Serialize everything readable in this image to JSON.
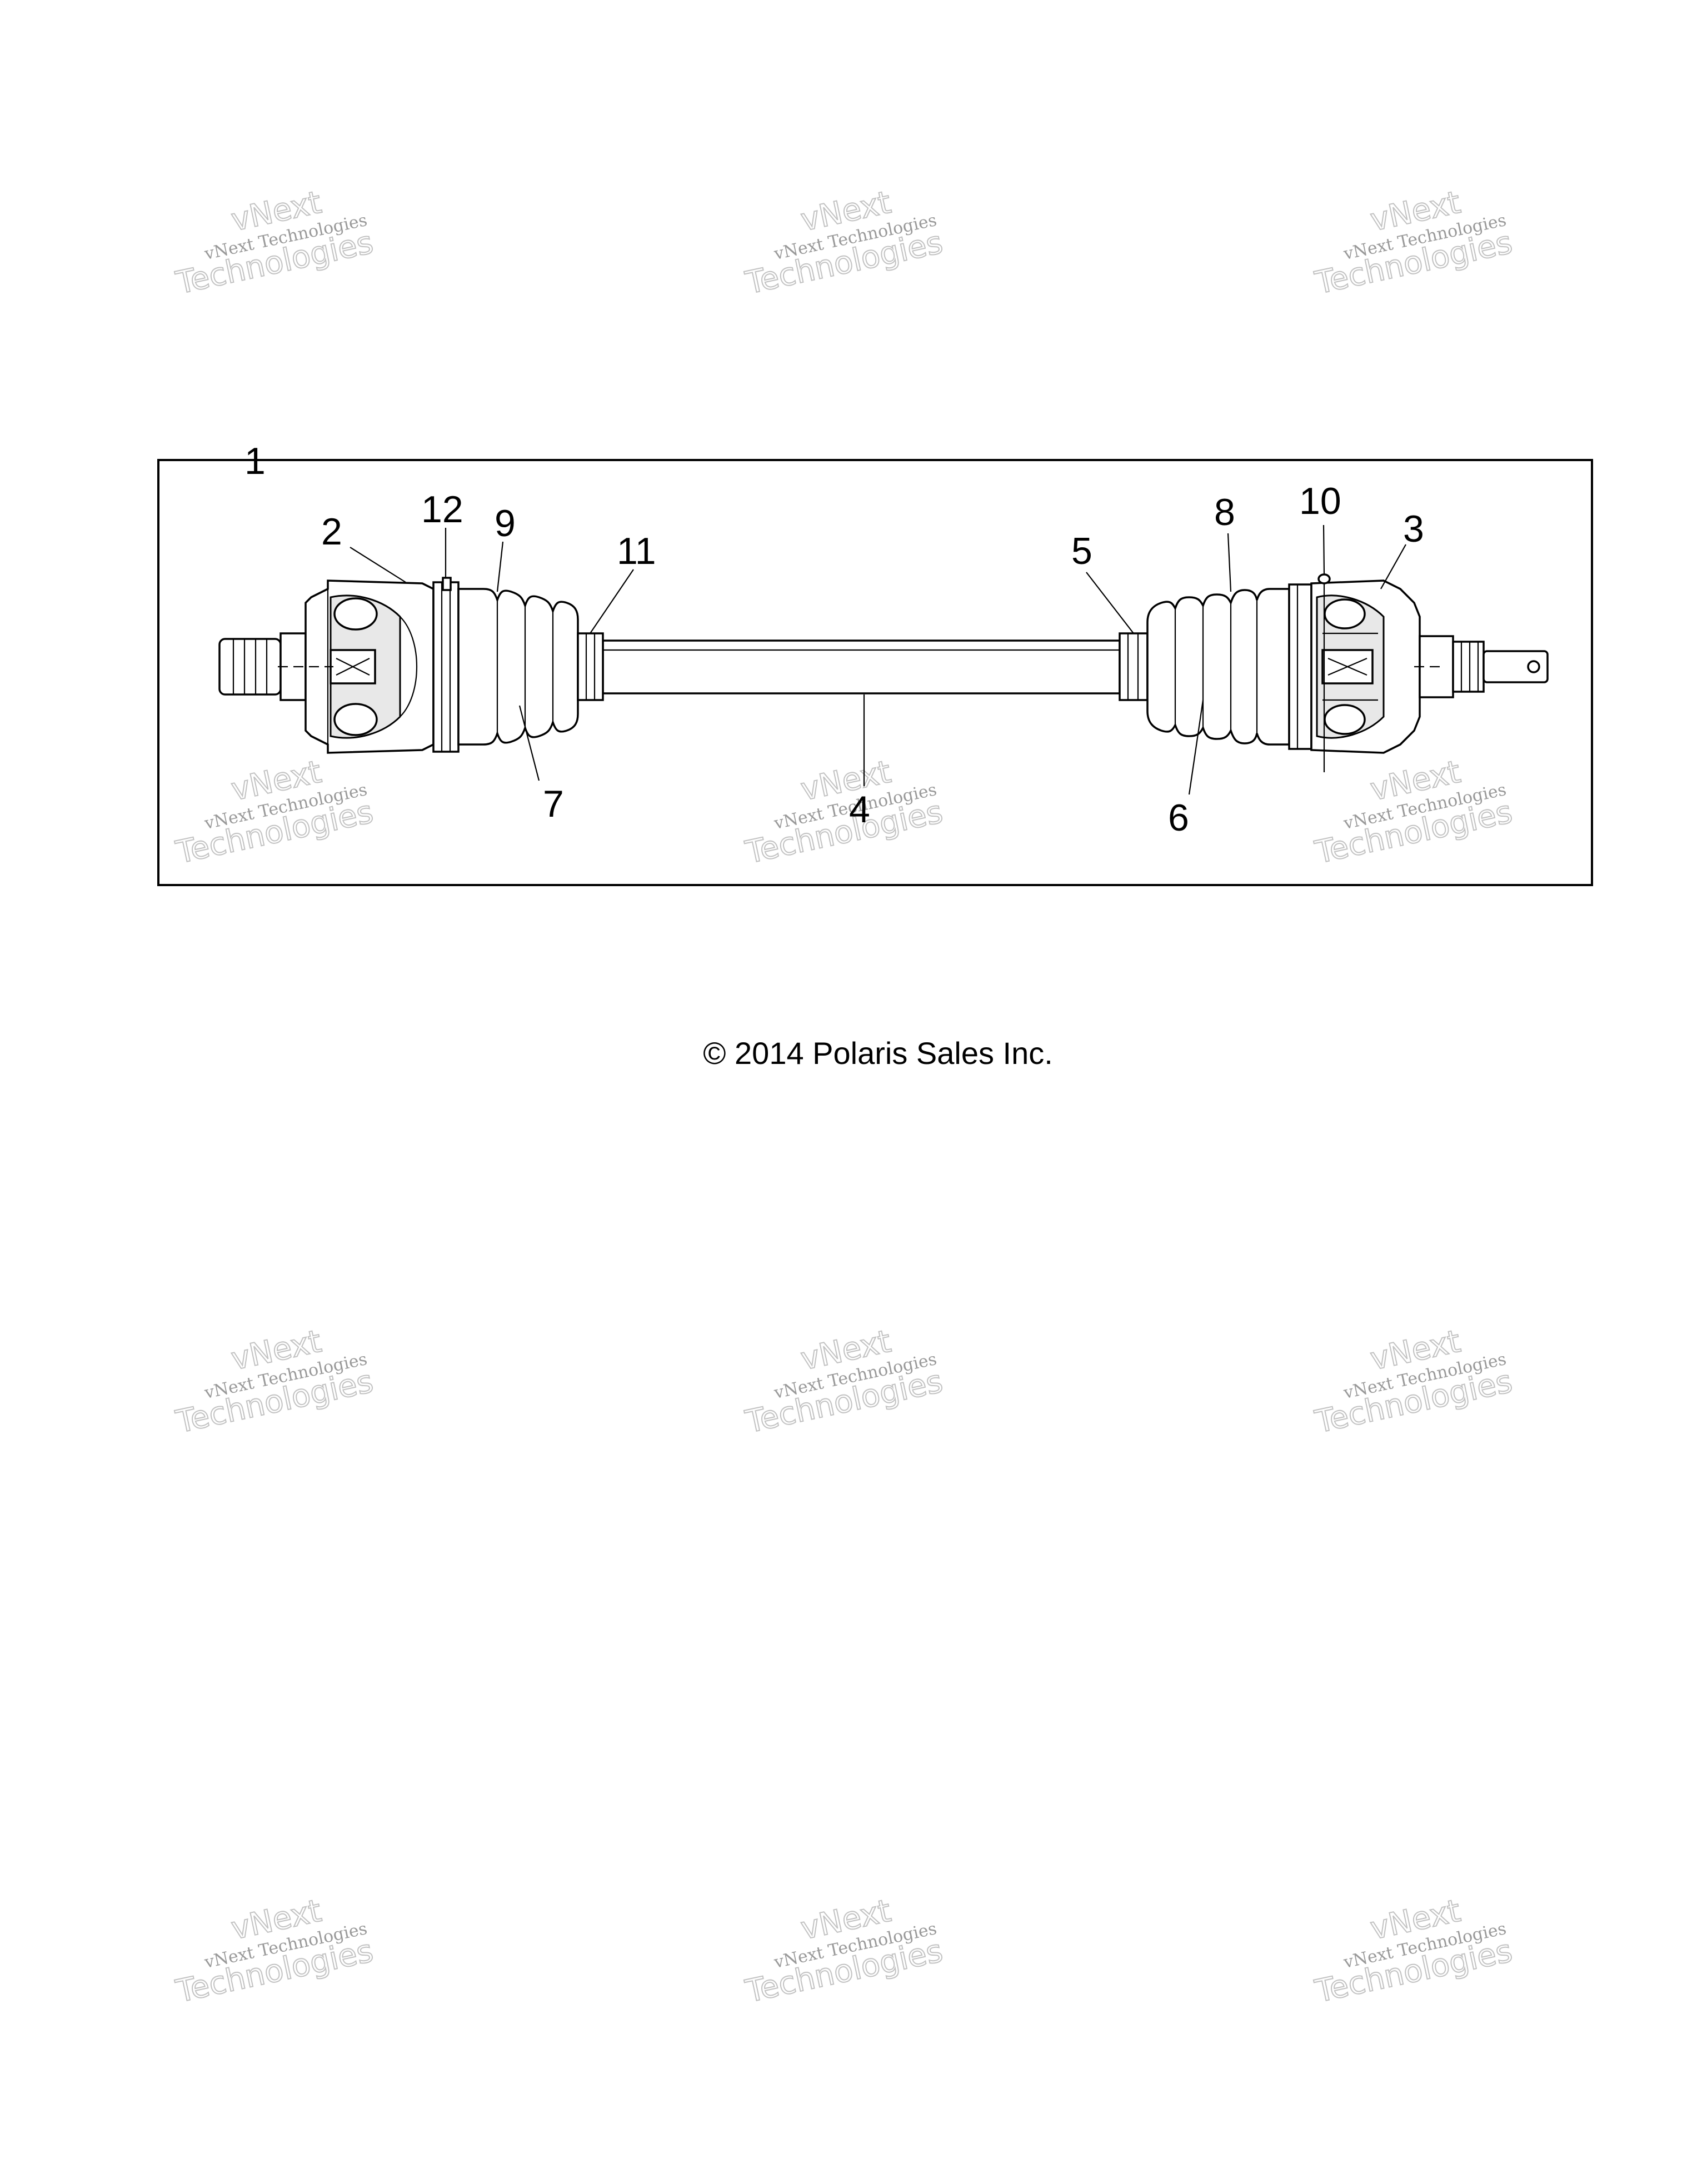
{
  "copyright": "© 2014 Polaris Sales Inc.",
  "watermark": {
    "line1": "vNext Technologies",
    "line2": "vNext",
    "line3": "Technologies"
  },
  "callouts": {
    "c1": "1",
    "c2": "2",
    "c3": "3",
    "c4": "4",
    "c5": "5",
    "c6": "6",
    "c7": "7",
    "c8": "8",
    "c9": "9",
    "c10": "10",
    "c11": "11",
    "c12": "12"
  },
  "colors": {
    "line": "#000000",
    "watermark": "#b0b0b0",
    "background": "#ffffff"
  }
}
